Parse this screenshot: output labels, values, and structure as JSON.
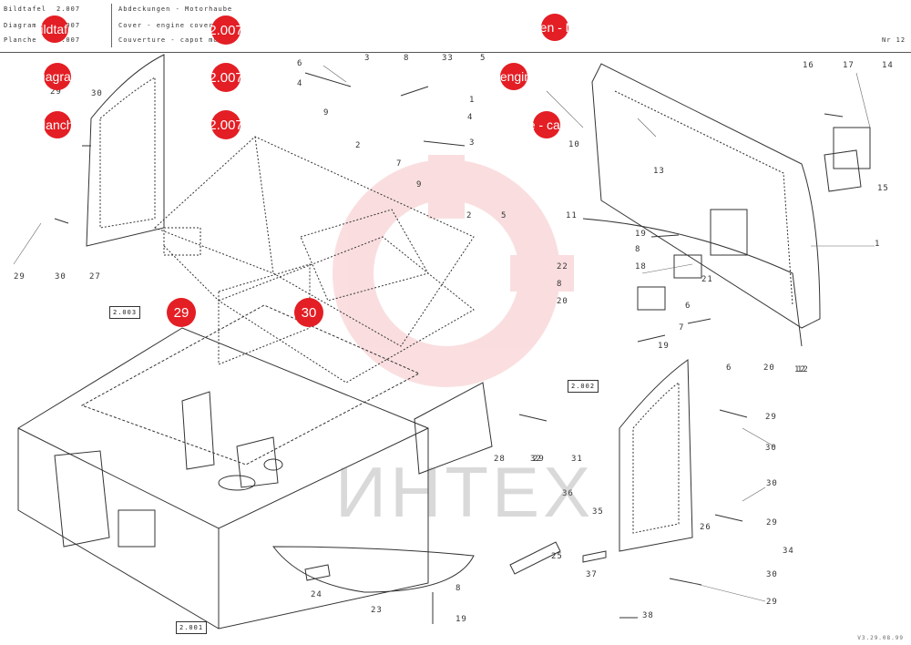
{
  "header": {
    "rows": [
      {
        "label": "Bildtafel",
        "code": "2.007"
      },
      {
        "label": "Diagram",
        "code": "2.007"
      },
      {
        "label": "Planche",
        "code": "2.007"
      }
    ],
    "titles": [
      "Abdeckungen - Motorhaube",
      "Cover - engine cover",
      "Couverture - capot moteur"
    ],
    "page_ref": "Nr 12"
  },
  "hotspots_header": [
    {
      "text": "Bildtafel"
    },
    {
      "text": "2.007"
    },
    {
      "text": "Abdeckungen - Motorhaube"
    },
    {
      "text": "Diagram"
    },
    {
      "text": "2.007"
    },
    {
      "text": "Cover - engine cover"
    },
    {
      "text": "Planche"
    },
    {
      "text": "2.007"
    },
    {
      "text": "Couverture - capot moteur"
    }
  ],
  "hotspots_parts": [
    {
      "text": "29"
    },
    {
      "text": "30"
    }
  ],
  "ref_boxes": [
    "2.003",
    "2.002",
    "2.001"
  ],
  "callouts": [
    "6",
    "4",
    "3",
    "8",
    "33",
    "5",
    "2",
    "9",
    "7",
    "1",
    "4",
    "3",
    "9",
    "2",
    "5",
    "12",
    "10",
    "11",
    "13",
    "14",
    "15",
    "16",
    "17",
    "1",
    "19",
    "8",
    "18",
    "22",
    "8",
    "20",
    "21",
    "6",
    "6",
    "20",
    "12",
    "7",
    "19",
    "30",
    "29",
    "29",
    "30",
    "32",
    "31",
    "36",
    "35",
    "26",
    "30",
    "29",
    "34",
    "30",
    "29",
    "25",
    "37",
    "24",
    "23",
    "8",
    "19",
    "38",
    "30",
    "27",
    "29",
    "30",
    "28",
    "29"
  ],
  "watermark": "ИНТЕХ",
  "stamp": "V3.29.08.99"
}
